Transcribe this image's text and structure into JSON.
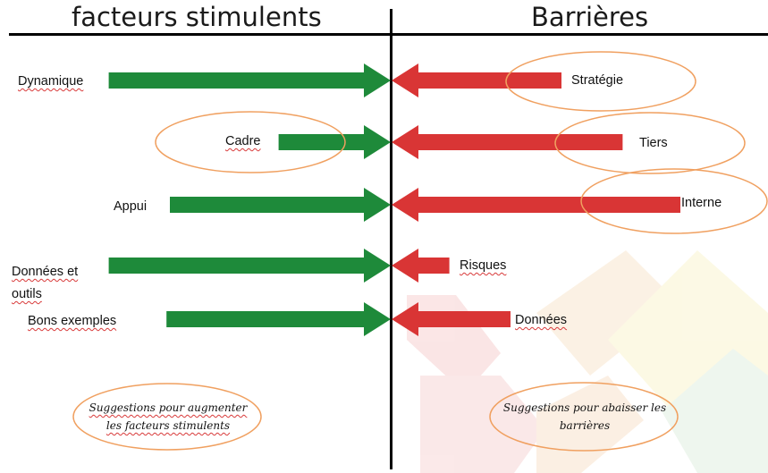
{
  "headers": {
    "left": "facteurs stimulents",
    "right": "Barrières"
  },
  "drivers": [
    {
      "label": "Dynamique",
      "strength": 0.83
    },
    {
      "label": "Cadre",
      "strength": 0.33
    },
    {
      "label": "Appui",
      "strength": 0.65
    },
    {
      "label": "Données et outils",
      "strength": 0.83
    },
    {
      "label": "Bons exemples",
      "strength": 0.66
    }
  ],
  "barriers": [
    {
      "label": "Stratégie",
      "strength": 0.5
    },
    {
      "label": "Tiers",
      "strength": 0.68
    },
    {
      "label": "Interne",
      "strength": 0.85
    },
    {
      "label": "Risques",
      "strength": 0.17
    },
    {
      "label": "Données",
      "strength": 0.35
    }
  ],
  "suggestions": {
    "left": "Suggestions pour augmenter les facteurs stimulents",
    "right": "Suggestions pour abaisser les barrières"
  },
  "colors": {
    "driver_arrow": "#1e8a3a",
    "barrier_arrow": "#d93535",
    "highlight_ellipse": "#f0a060",
    "axis": "#000000"
  }
}
